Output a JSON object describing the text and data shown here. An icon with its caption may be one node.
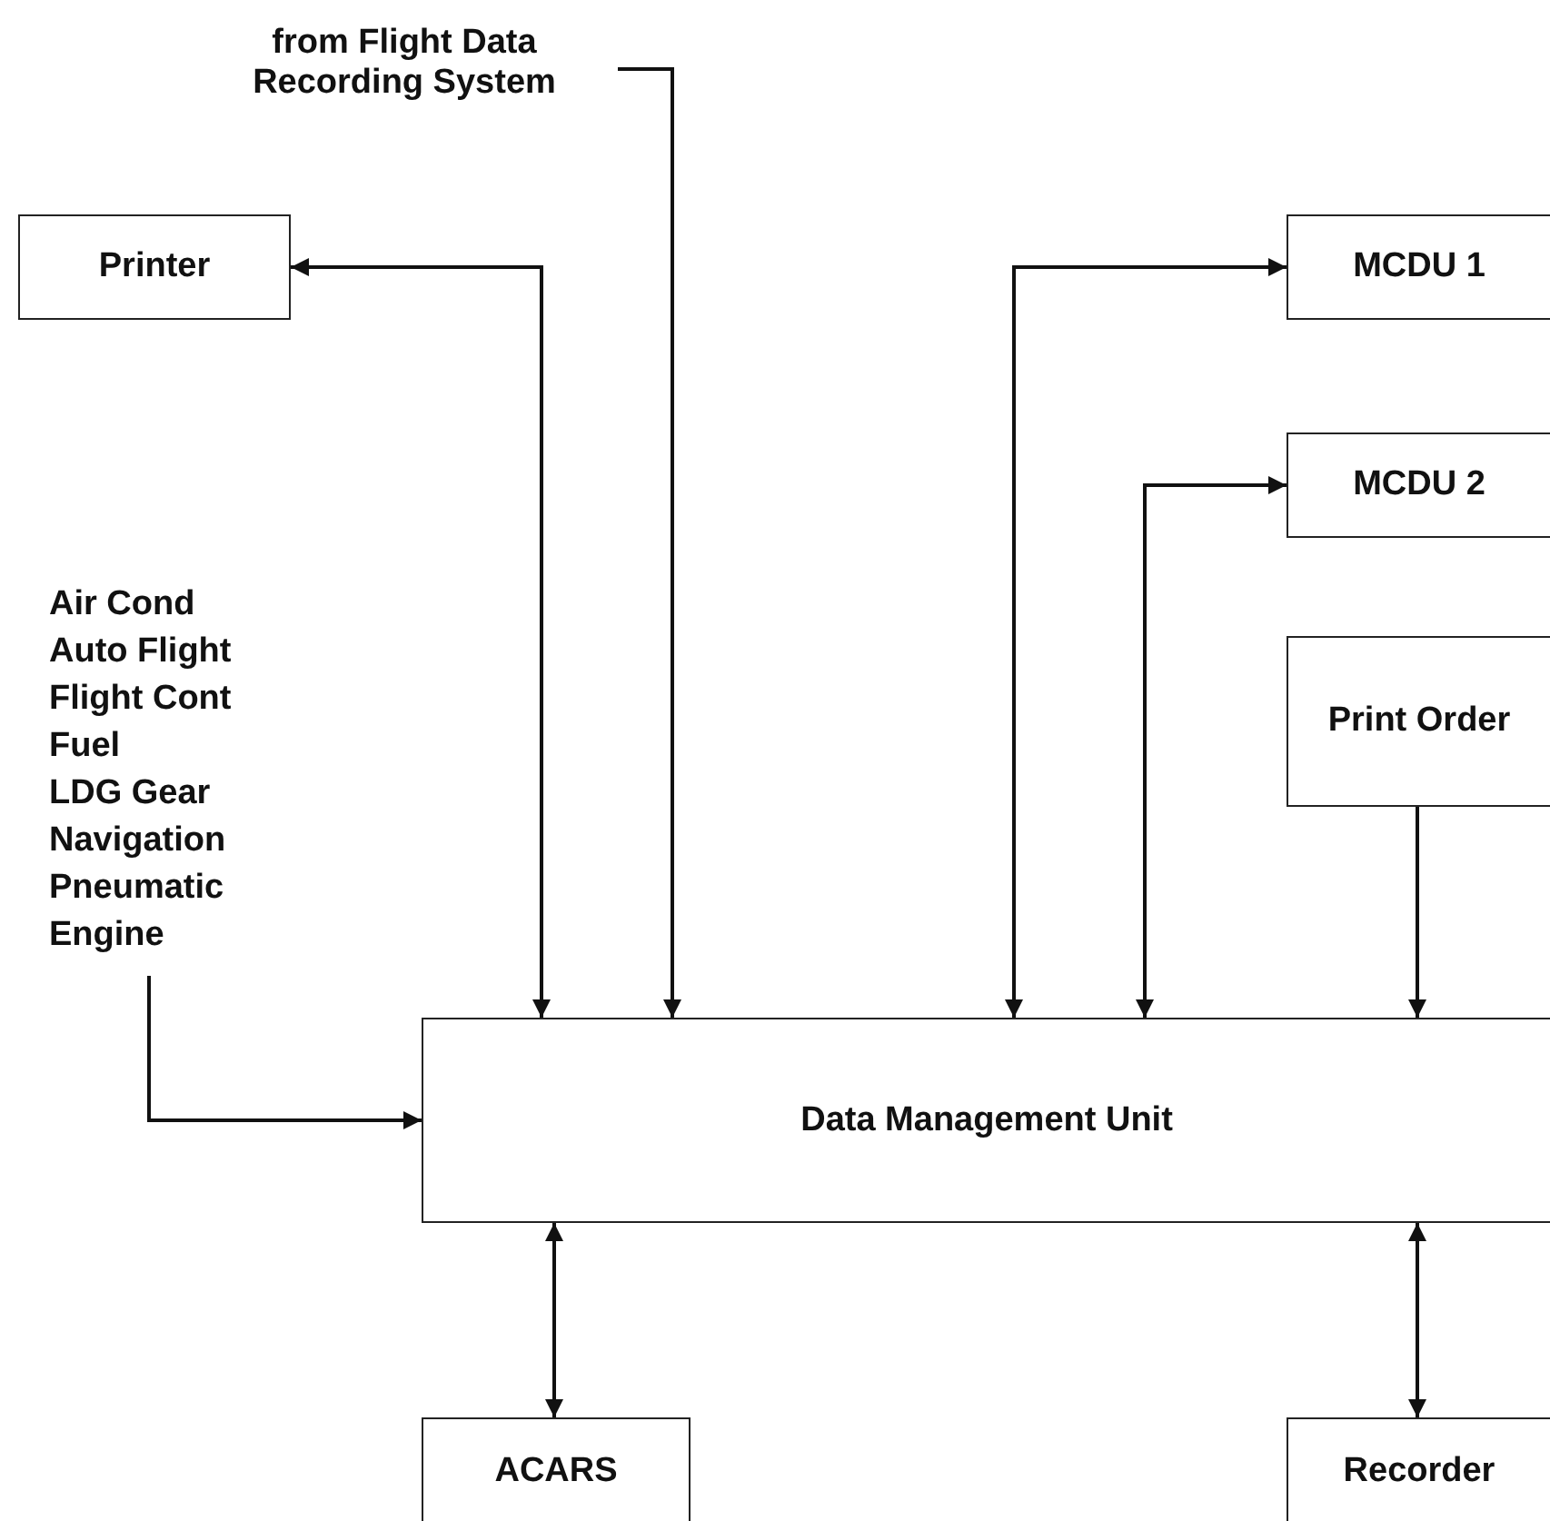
{
  "diagram": {
    "nodes": [
      {
        "text": [
          "from Flight Data Recording System"
        ]
      },
      {
        "text": [
          "Printer"
        ]
      },
      {
        "text": [
          "MCDU 1"
        ]
      },
      {
        "text": [
          "MCDU 2"
        ]
      },
      {
        "text": [
          "Print Order"
        ]
      },
      {
        "text": [
          "Air Cond",
          "Auto Flight",
          "Flight Cont",
          "Fuel",
          "LDG Gear",
          "Navigation",
          "Pneumatic",
          "Engine"
        ]
      },
      {
        "text": [
          "Data Management Unit"
        ]
      },
      {
        "text": [
          "ACARS"
        ]
      },
      {
        "text": [
          "Recorder"
        ]
      }
    ],
    "edges": [
      {
        "from": 0,
        "to": 6,
        "arrow": "to"
      },
      {
        "from": 1,
        "to": 6,
        "arrow": "both"
      },
      {
        "from": 6,
        "to": 2,
        "arrow": "both"
      },
      {
        "from": 6,
        "to": 3,
        "arrow": "both"
      },
      {
        "from": 4,
        "to": 6,
        "arrow": "to"
      },
      {
        "from": 5,
        "to": 6,
        "arrow": "to"
      },
      {
        "from": 6,
        "to": 7,
        "arrow": "both"
      },
      {
        "from": 6,
        "to": 8,
        "arrow": "both"
      }
    ]
  }
}
